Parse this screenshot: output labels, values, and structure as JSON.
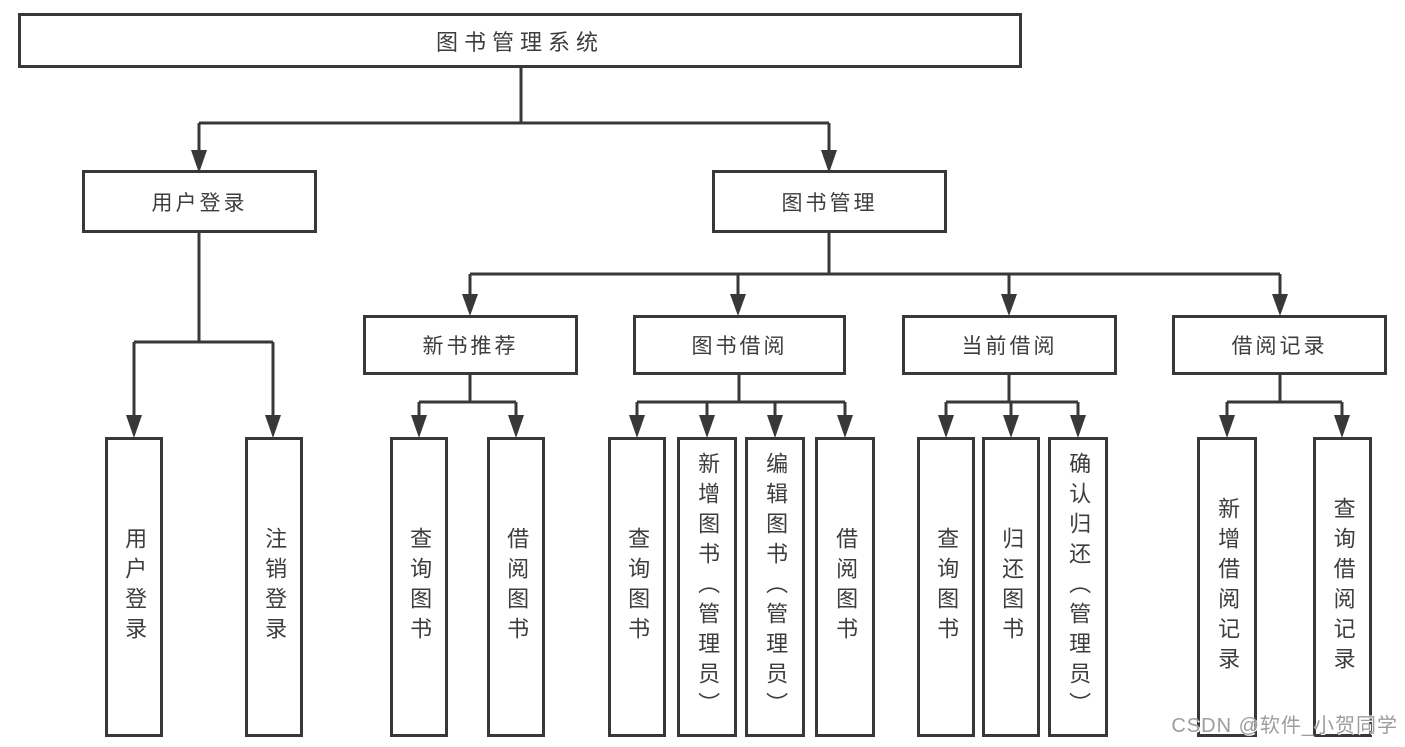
{
  "tree": {
    "root_label": "图书管理系统",
    "branches": [
      {
        "label": "用户登录",
        "children": [
          "用户登录",
          "注销登录"
        ]
      },
      {
        "label": "图书管理",
        "groups": [
          {
            "label": "新书推荐",
            "children": [
              "查询图书",
              "借阅图书"
            ]
          },
          {
            "label": "图书借阅",
            "children": [
              "查询图书",
              "新增图书（管理员）",
              "编辑图书（管理员）",
              "借阅图书"
            ]
          },
          {
            "label": "当前借阅",
            "children": [
              "查询图书",
              "归还图书",
              "确认归还（管理员）"
            ]
          },
          {
            "label": "借阅记录",
            "children": [
              "新增借阅记录",
              "查询借阅记录"
            ]
          }
        ]
      }
    ]
  },
  "watermark": {
    "text": "CSDN @软件_小贺同学"
  },
  "colors": {
    "line": "#383838",
    "text": "#3d3d3d",
    "watermark": "#9d9d9d",
    "background": "#ffffff"
  }
}
